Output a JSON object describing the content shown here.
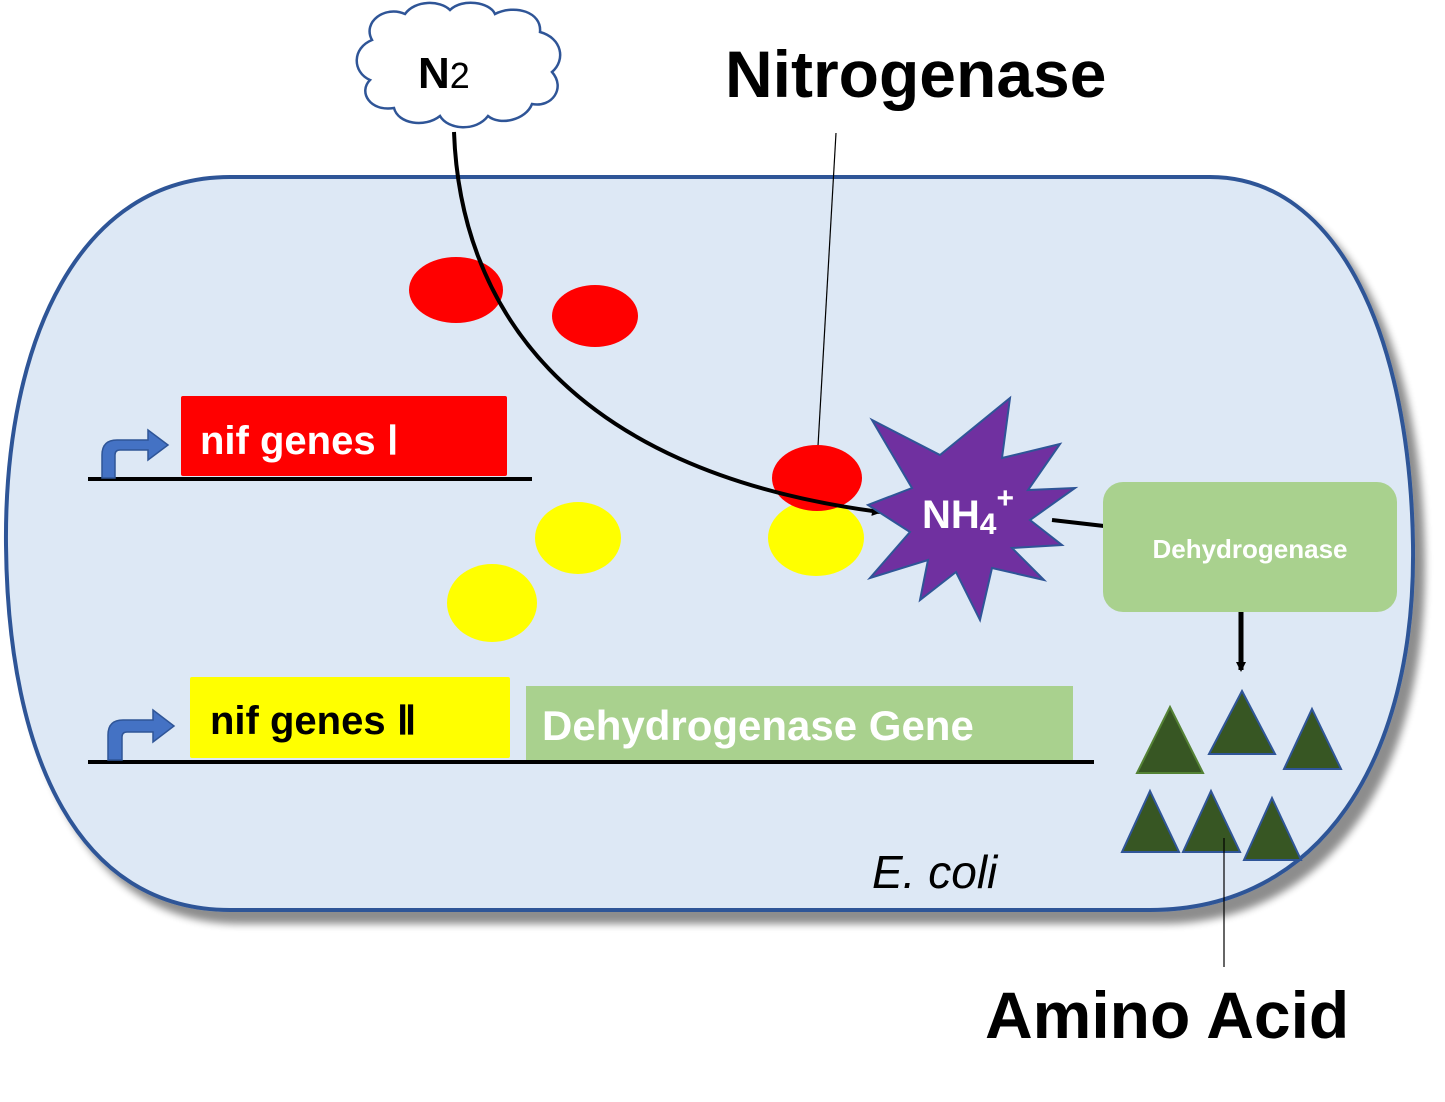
{
  "diagram": {
    "title": "Nitrogen fixation pathway in engineered E. coli",
    "cell": {
      "label": "E. coli",
      "fill": "#dde8f5",
      "stroke": "#2f5597"
    },
    "gas": {
      "label_main": "N",
      "label_sub": "2"
    },
    "enzyme_label": "Nitrogenase",
    "ammonium": {
      "label_main": "NH",
      "label_sub": "4",
      "label_sup": "+",
      "fill": "#7030a0"
    },
    "dehydrogenase_box": {
      "label": "Dehydrogenase",
      "fill": "#a9d18e"
    },
    "product_label": "Amino Acid",
    "genes": {
      "operon1": {
        "label": "nif genes Ⅰ",
        "fill": "#ff0000",
        "text_color": "#ffffff"
      },
      "operon2": {
        "label": "nif genes Ⅱ",
        "fill": "#ffff00",
        "text_color": "#000000"
      },
      "dehydrogenase_gene": {
        "label": "Dehydrogenase Gene",
        "fill": "#a9d18e",
        "text_color": "#ffffff"
      }
    },
    "colors": {
      "nif1_protein": "#ff0000",
      "nif2_protein": "#ffff00",
      "amino_acid": "#375623",
      "promoter": "#4472c4"
    }
  }
}
